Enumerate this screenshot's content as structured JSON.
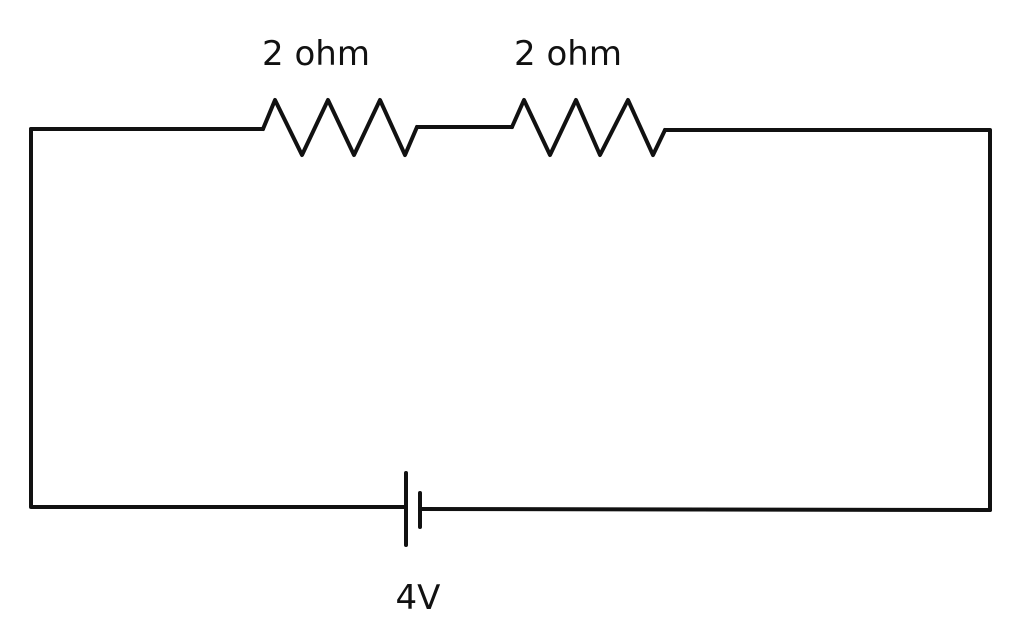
{
  "resistors": [
    {
      "label": "2 ohm"
    },
    {
      "label": "2 ohm"
    }
  ],
  "battery": {
    "label": "4V"
  },
  "stroke_color": "#111111"
}
